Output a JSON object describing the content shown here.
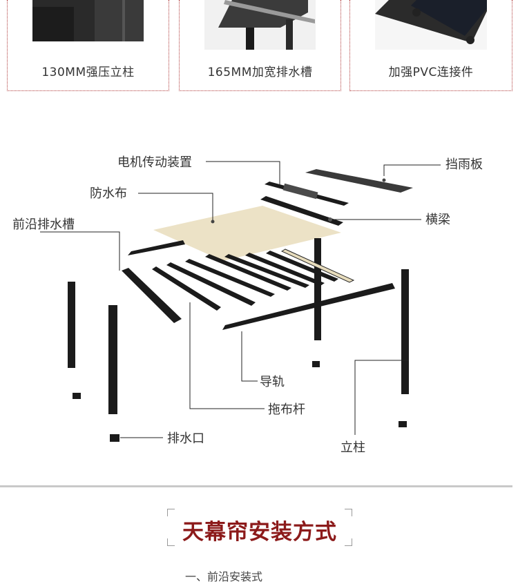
{
  "features": [
    {
      "caption": "130MM强压立柱",
      "image_icon": "post-closeup-icon"
    },
    {
      "caption": "165MM加宽排水槽",
      "image_icon": "gutter-closeup-icon"
    },
    {
      "caption": "加强PVC连接件",
      "image_icon": "connector-closeup-icon"
    }
  ],
  "diagram": {
    "labels": {
      "motor": "电机传动装置",
      "rain_board": "挡雨板",
      "fabric": "防水布",
      "beam": "横梁",
      "front_gutter": "前沿排水槽",
      "rail": "导轨",
      "pull_rod": "拖布杆",
      "drain": "排水口",
      "post": "立柱"
    }
  },
  "section": {
    "title": "天幕帘安装方式",
    "next_text": "一、前沿安装式"
  },
  "colors": {
    "accent": "#8c1a1a",
    "card_border": "#b03a3a",
    "fabric": "#ece2c6",
    "metal": "#1b1b1b"
  }
}
